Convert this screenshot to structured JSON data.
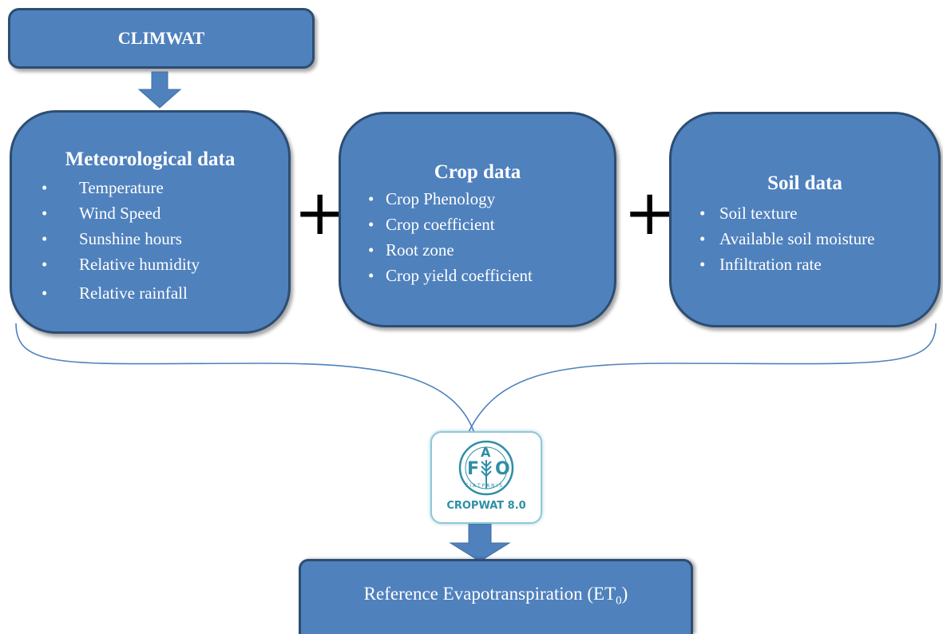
{
  "climwat": {
    "label": "CLIMWAT"
  },
  "meteo": {
    "title": "Meteorological data",
    "items": [
      "Temperature",
      "Wind Speed",
      "Sunshine hours",
      "Relative humidity",
      "Relative rainfall"
    ]
  },
  "crop": {
    "title": "Crop data",
    "items": [
      "Crop Phenology",
      "Crop coefficient",
      "Root zone",
      "Crop yield coefficient"
    ]
  },
  "soil": {
    "title": "Soil data",
    "items": [
      "Soil texture",
      "Available soil moisture",
      "Infiltration rate"
    ]
  },
  "plus_sign": "+",
  "logo": {
    "letters": "F A O",
    "motto": "FIAT PANIS",
    "caption": "CROPWAT 8.0"
  },
  "output": {
    "label_main": "Reference Evapotranspiration (ET",
    "label_sub": "0",
    "label_end": ")"
  },
  "colors": {
    "box_fill": "#4f81bd",
    "box_border": "#2d4d72",
    "arrow": "#4f81bd",
    "connector": "#4f81bd",
    "logo_teal": "#2e8fa6"
  }
}
